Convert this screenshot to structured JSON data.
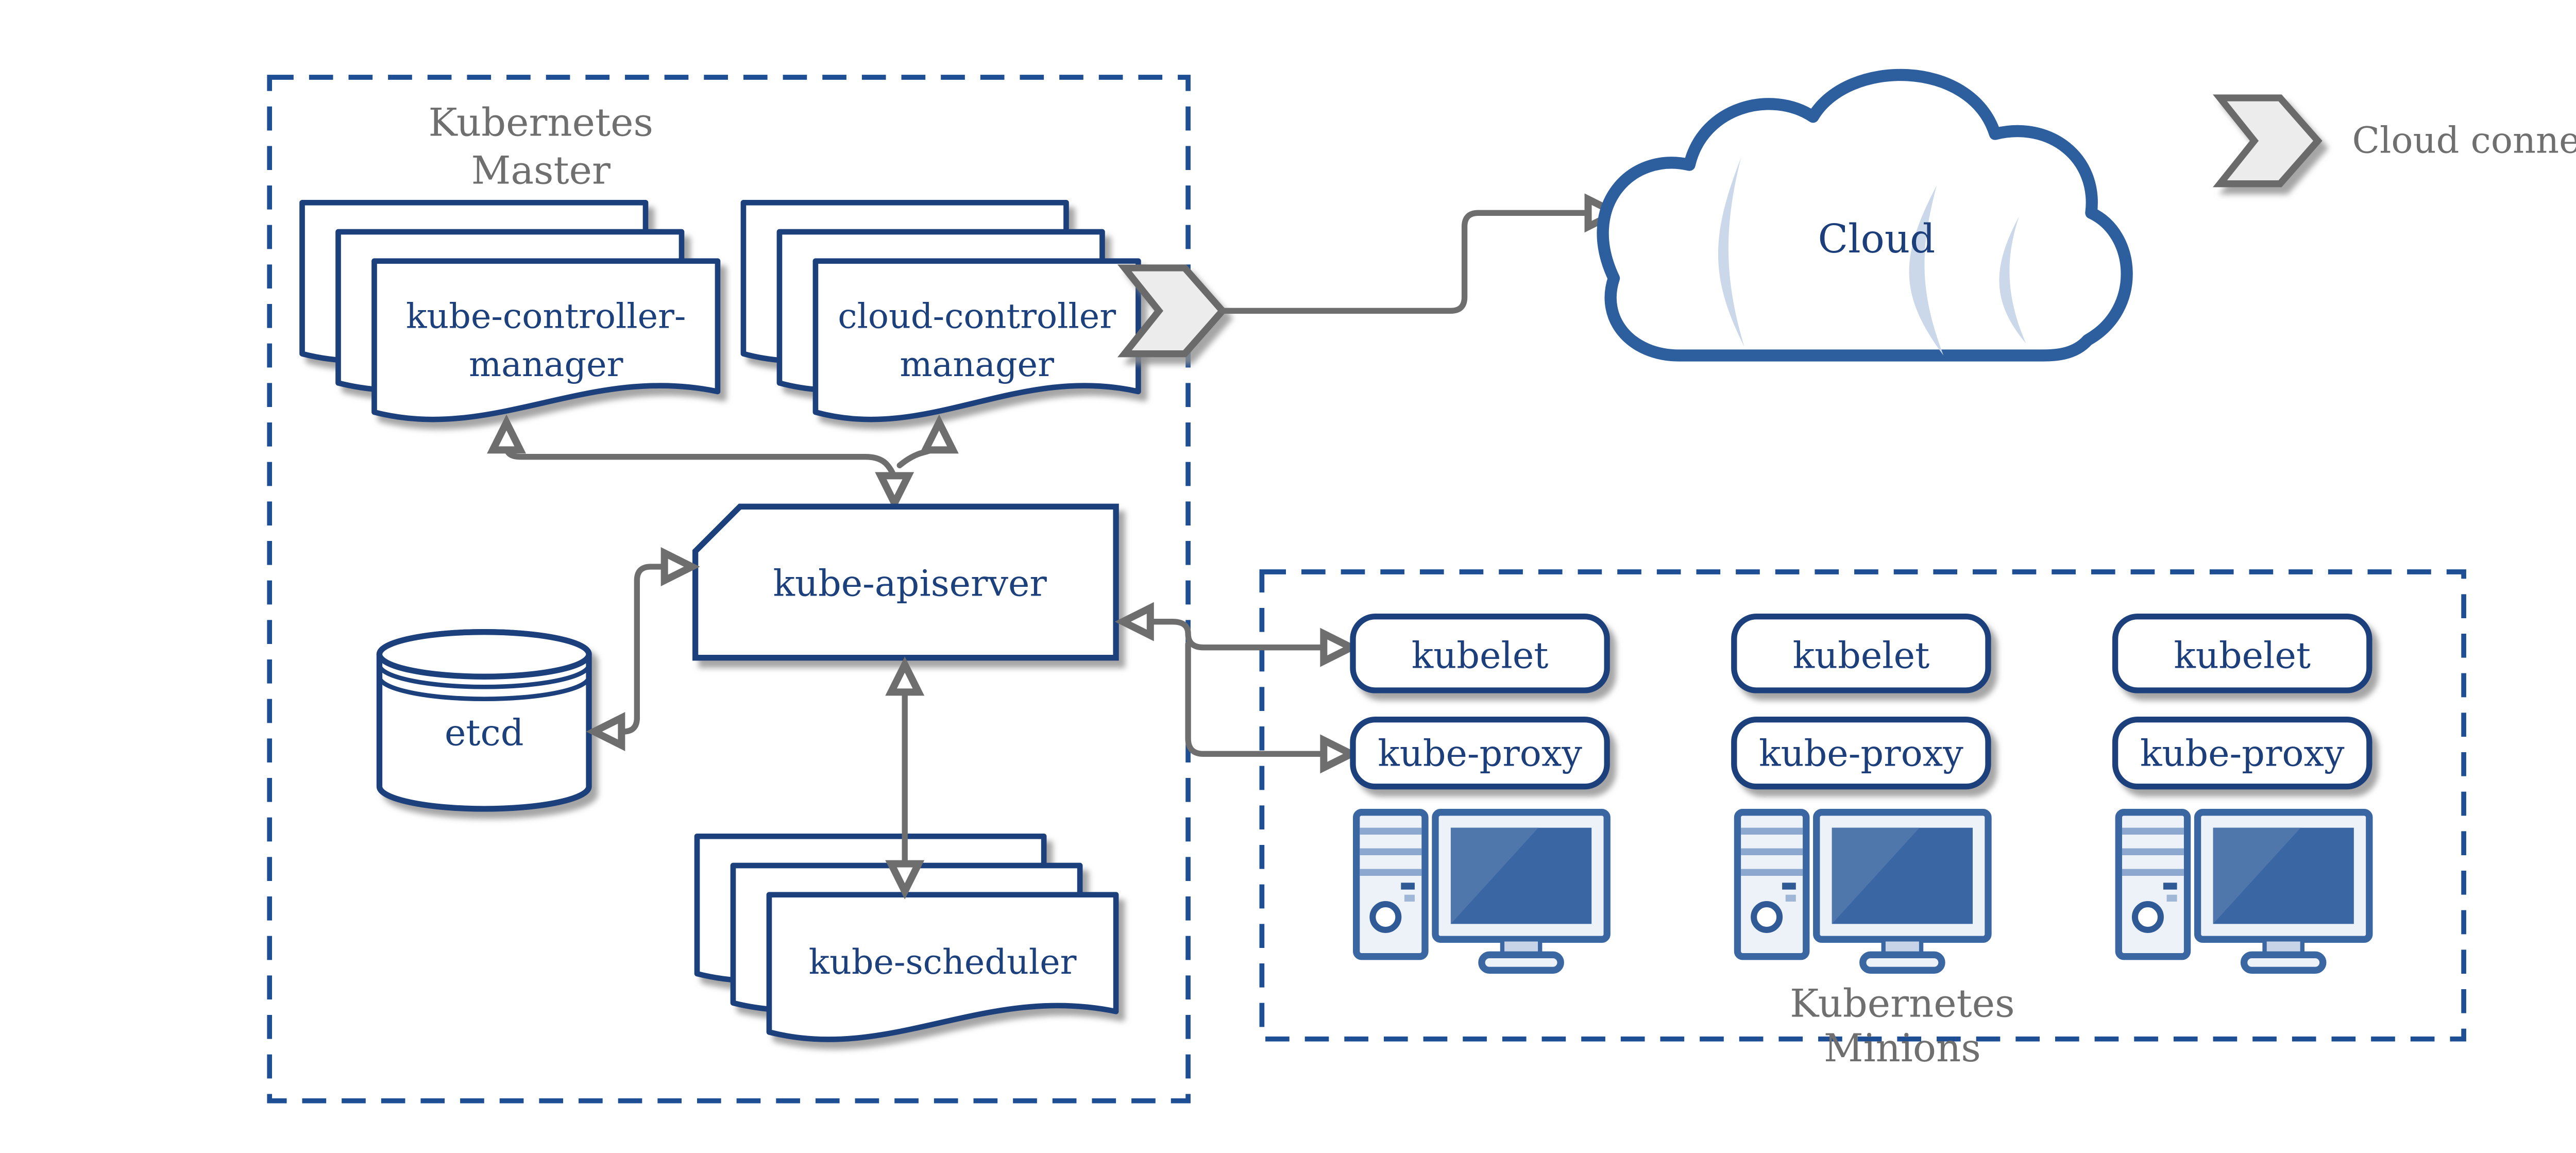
{
  "master": {
    "label_line1": "Kubernetes",
    "label_line2": "Master",
    "components": {
      "kube_controller_manager": {
        "line1": "kube-controller-",
        "line2": "manager"
      },
      "cloud_controller_manager": {
        "line1": "cloud-controller",
        "line2": "manager"
      },
      "kube_apiserver": "kube-apiserver",
      "etcd": "etcd",
      "kube_scheduler": "kube-scheduler"
    }
  },
  "minions": {
    "label_line1": "Kubernetes",
    "label_line2": "Minions",
    "nodes": [
      {
        "kubelet": "kubelet",
        "kube_proxy": "kube-proxy"
      },
      {
        "kubelet": "kubelet",
        "kube_proxy": "kube-proxy"
      },
      {
        "kubelet": "kubelet",
        "kube_proxy": "kube-proxy"
      }
    ]
  },
  "cloud": {
    "label": "Cloud"
  },
  "legend": {
    "cloud_connector_label": "Cloud connector"
  },
  "colors": {
    "navy_text": "#1C3F7C",
    "dashed_border_blue": "#1E4E94",
    "cloud_border_blue": "#2D5F9F",
    "cloud_shine_blue": "#CBD8EA",
    "icon_blue": "#3A66A2",
    "icon_fill": "#EDF1F8",
    "screen_blue": "#3A67A4",
    "arrow_gray": "#6E6E6E",
    "label_gray": "#6F6F6F",
    "chevron_fill": "#ECECEC"
  }
}
